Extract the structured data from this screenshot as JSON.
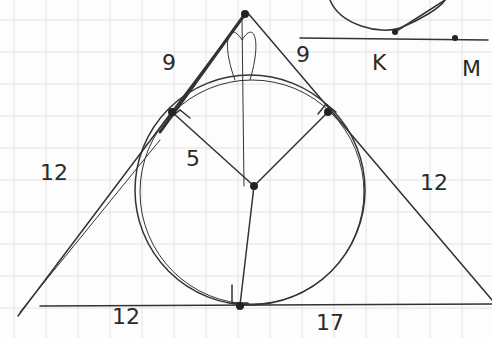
{
  "diagram": {
    "labels": [
      "9",
      "9",
      "12",
      "5",
      "12",
      "12",
      "17",
      "K",
      "M"
    ]
  }
}
